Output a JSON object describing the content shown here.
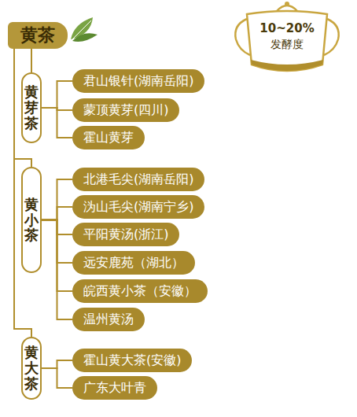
{
  "diagram": {
    "nodes": [
      {
        "text": [
          "黄茶"
        ]
      },
      {
        "text": [
          "10~20%",
          "发酵度"
        ]
      },
      {
        "text": [
          "黄芽茶"
        ]
      },
      {
        "text": [
          "君山银针(湖南岳阳)"
        ]
      },
      {
        "text": [
          "蒙顶黄芽(四川)"
        ]
      },
      {
        "text": [
          "霍山黄芽"
        ]
      },
      {
        "text": [
          "黄小茶"
        ]
      },
      {
        "text": [
          "北港毛尖(湖南岳阳)"
        ]
      },
      {
        "text": [
          "沩山毛尖(湖南宁乡)"
        ]
      },
      {
        "text": [
          "平阳黄汤(浙江)"
        ]
      },
      {
        "text": [
          "远安鹿苑（湖北）"
        ]
      },
      {
        "text": [
          "皖西黄小茶（安徽）"
        ]
      },
      {
        "text": [
          "温州黄汤"
        ]
      },
      {
        "text": [
          "黄大茶"
        ]
      },
      {
        "text": [
          "霍山黄大茶(安徽)"
        ]
      },
      {
        "text": [
          "广东大叶青"
        ]
      }
    ],
    "edges": [
      {
        "from": 0,
        "to": 2,
        "arrow": "none"
      },
      {
        "from": 0,
        "to": 6,
        "arrow": "none"
      },
      {
        "from": 0,
        "to": 13,
        "arrow": "none"
      },
      {
        "from": 2,
        "to": 3,
        "arrow": "none"
      },
      {
        "from": 2,
        "to": 4,
        "arrow": "none"
      },
      {
        "from": 2,
        "to": 5,
        "arrow": "none"
      },
      {
        "from": 6,
        "to": 7,
        "arrow": "none"
      },
      {
        "from": 6,
        "to": 8,
        "arrow": "none"
      },
      {
        "from": 6,
        "to": 9,
        "arrow": "none"
      },
      {
        "from": 6,
        "to": 10,
        "arrow": "none"
      },
      {
        "from": 6,
        "to": 11,
        "arrow": "none"
      },
      {
        "from": 6,
        "to": 12,
        "arrow": "none"
      },
      {
        "from": 13,
        "to": 14,
        "arrow": "none"
      },
      {
        "from": 13,
        "to": 15,
        "arrow": "none"
      }
    ]
  }
}
